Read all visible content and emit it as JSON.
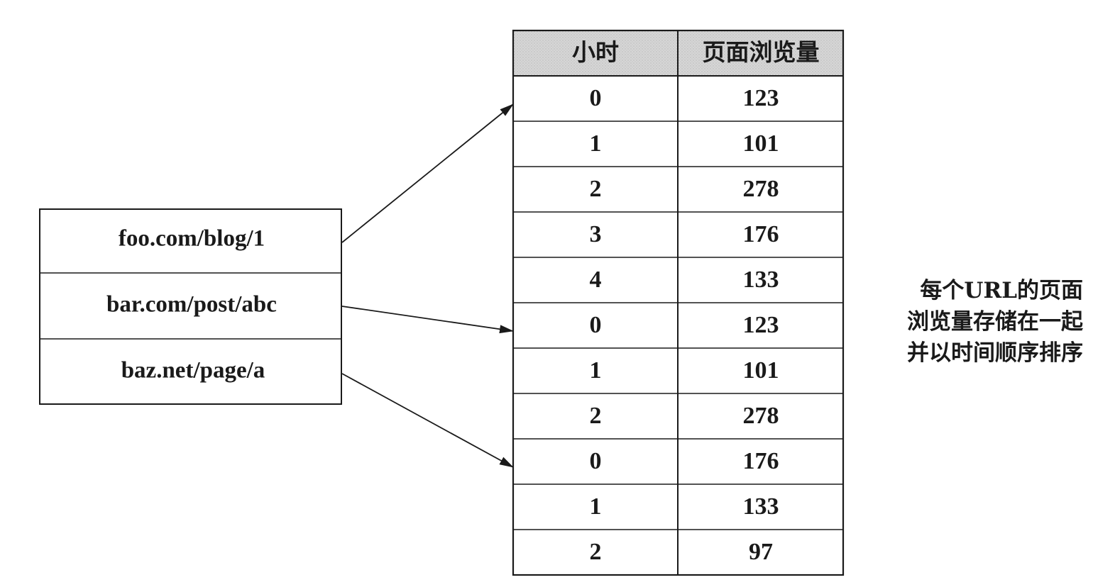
{
  "urls": [
    "foo.com/blog/1",
    "bar.com/post/abc",
    "baz.net/page/a"
  ],
  "table": {
    "headers": [
      "小时",
      "页面浏览量"
    ],
    "rows": [
      [
        "0",
        "123"
      ],
      [
        "1",
        "101"
      ],
      [
        "2",
        "278"
      ],
      [
        "3",
        "176"
      ],
      [
        "4",
        "133"
      ],
      [
        "0",
        "123"
      ],
      [
        "1",
        "101"
      ],
      [
        "2",
        "278"
      ],
      [
        "0",
        "176"
      ],
      [
        "1",
        "133"
      ],
      [
        "2",
        "97"
      ]
    ]
  },
  "arrows": [
    {
      "from_url": 0,
      "to_row": 0
    },
    {
      "from_url": 1,
      "to_row": 5
    },
    {
      "from_url": 2,
      "to_row": 8
    }
  ],
  "note": {
    "lines": [
      "每个URL的页面",
      "浏览量存储在一起",
      "并以时间顺序排序"
    ]
  },
  "colors": {
    "header_fill": "#dcdcdc",
    "line": "#1a1a1a"
  }
}
